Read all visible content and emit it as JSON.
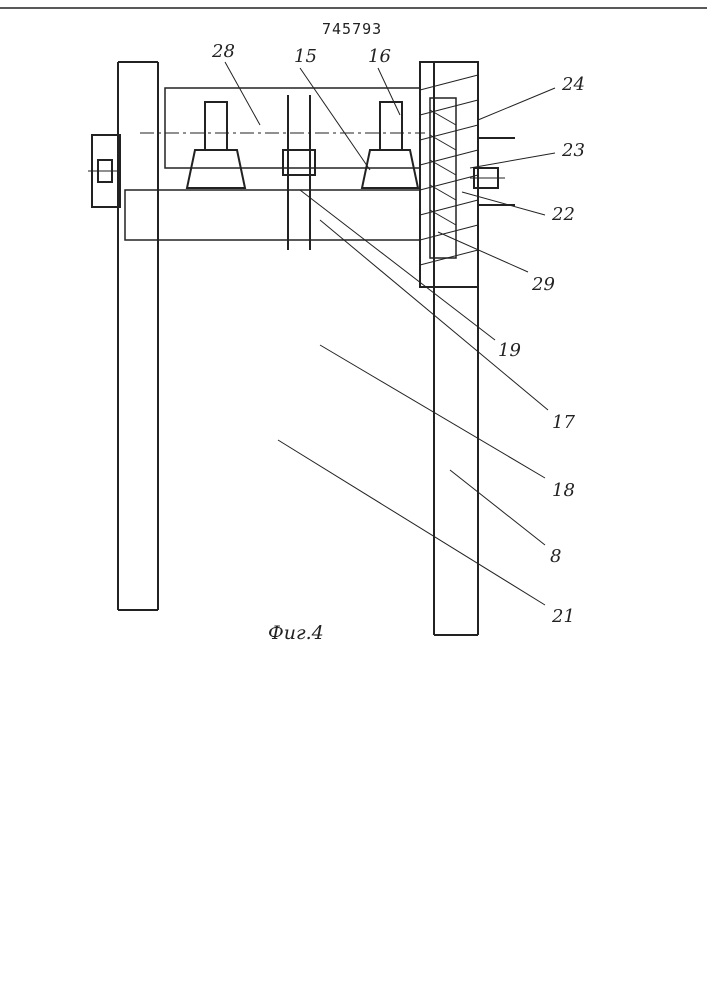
{
  "document": {
    "patent_number": "745793",
    "figure_caption": "Фиг.4"
  },
  "callouts": {
    "c28": "28",
    "c15": "15",
    "c16": "16",
    "c24": "24",
    "c23": "23",
    "c22": "22",
    "c29": "29",
    "c19": "19",
    "c17": "17",
    "c18": "18",
    "c8": "8",
    "c21": "21"
  },
  "colors": {
    "ink": "#222222",
    "paper": "#ffffff"
  }
}
